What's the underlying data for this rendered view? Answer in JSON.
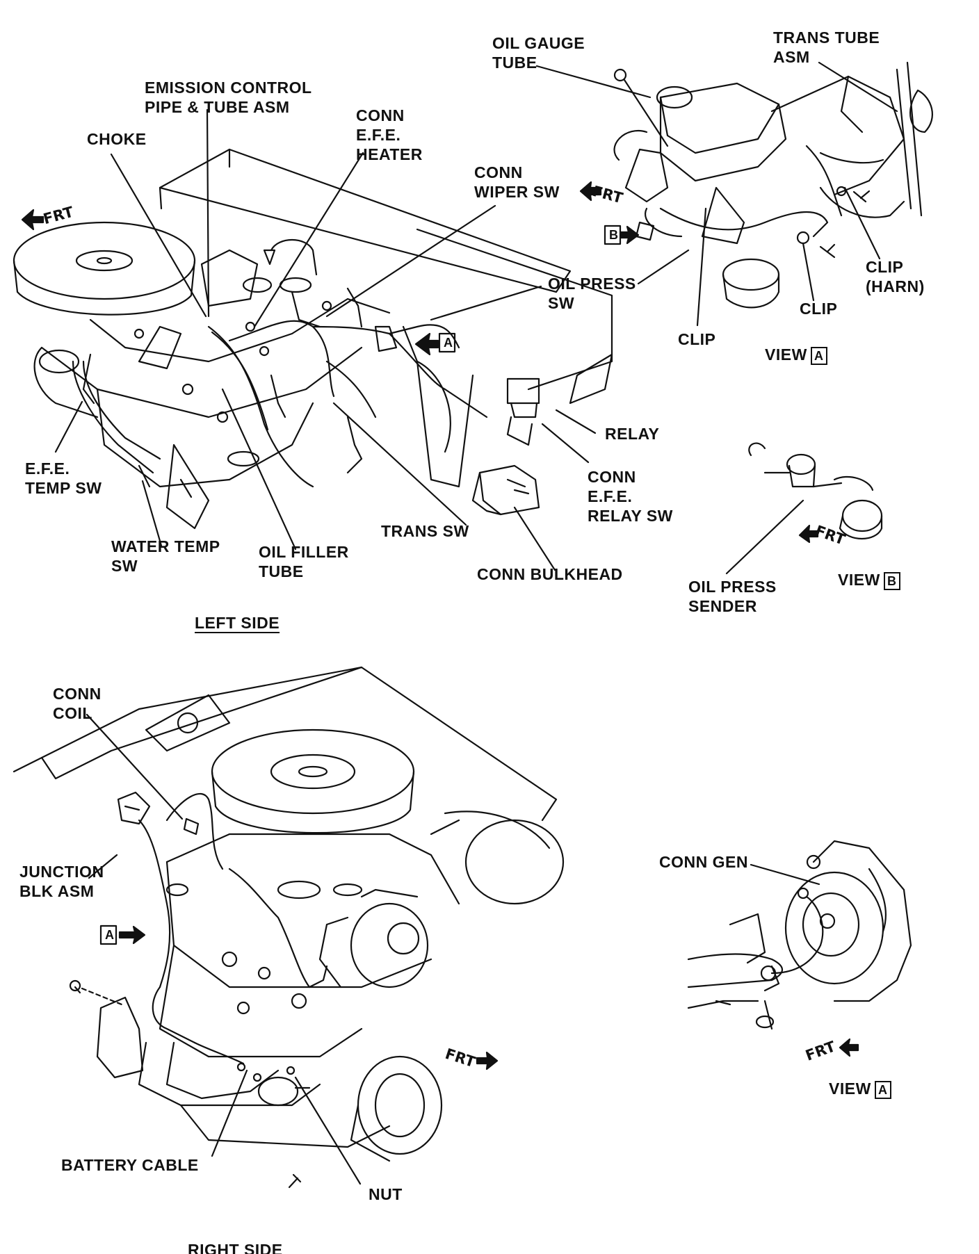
{
  "sections": {
    "left_title": "LEFT SIDE",
    "right_title": "RIGHT SIDE"
  },
  "left_labels": {
    "emission": "EMISSION CONTROL",
    "emission2": "PIPE & TUBE ASM",
    "conn_efe": "CONN",
    "conn_efe2": "E.F.E.",
    "conn_efe3": "HEATER",
    "choke": "CHOKE",
    "conn_wiper": "CONN",
    "conn_wiper2": "WIPER SW",
    "oil_press_sw": "OIL PRESS",
    "oil_press_sw2": "SW",
    "efe_temp": "E.F.E.",
    "efe_temp2": "TEMP SW",
    "relay": "RELAY",
    "conn_efe_relay": "CONN",
    "conn_efe_relay2": "E.F.E.",
    "conn_efe_relay3": "RELAY SW",
    "trans_sw": "TRANS SW",
    "water_temp": "WATER TEMP",
    "water_temp2": "SW",
    "oil_filler": "OIL FILLER",
    "oil_filler2": "TUBE",
    "conn_bulkhead": "CONN BULKHEAD",
    "arrow_a": "A"
  },
  "view_a_top": {
    "oil_gauge": "OIL GAUGE",
    "oil_gauge2": "TUBE",
    "trans_tube": "TRANS TUBE",
    "trans_tube2": "ASM",
    "clip_harn": "CLIP",
    "clip_harn2": "(HARN)",
    "clip1": "CLIP",
    "clip2": "CLIP",
    "view": "VIEW",
    "view_letter": "A",
    "b_marker": "B"
  },
  "view_b": {
    "oil_press_sender": "OIL PRESS",
    "oil_press_sender2": "SENDER",
    "view": "VIEW",
    "view_letter": "B"
  },
  "right_labels": {
    "conn_coil": "CONN",
    "conn_coil2": "COIL",
    "junction": "JUNCTION",
    "junction2": "BLK ASM",
    "battery_cable": "BATTERY CABLE",
    "nut": "NUT",
    "a_marker": "A"
  },
  "view_a_bottom": {
    "conn_gen": "CONN GEN",
    "view": "VIEW",
    "view_letter": "A"
  },
  "frt_text": "FRT"
}
